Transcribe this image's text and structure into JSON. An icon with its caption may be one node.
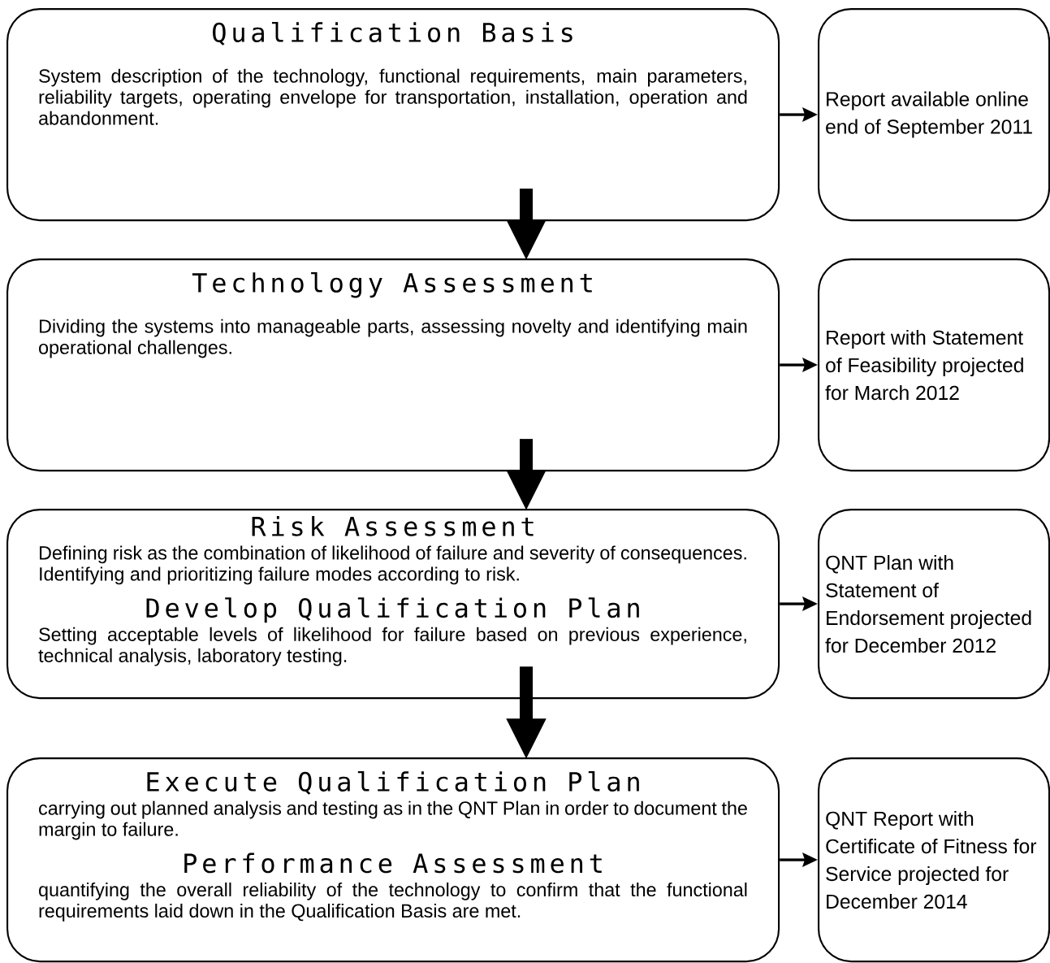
{
  "diagram": {
    "nodes": [
      {
        "text": [
          "Qualification Basis",
          "System description of the technology, functional requirements, main parameters, reliability targets, operating envelope for transportation, installation, operation and abandonment."
        ]
      },
      {
        "text": [
          "Report available online end of September 2011"
        ]
      },
      {
        "text": [
          "Technology Assessment",
          "Dividing the systems into manageable parts, assessing novelty and identifying main operational challenges."
        ]
      },
      {
        "text": [
          "Report with Statement of Feasibility projected for March 2012"
        ]
      },
      {
        "text": [
          "Risk Assessment",
          "Defining risk as the combination of likelihood of failure and severity of consequences. Identifying and prioritizing failure modes according to risk.",
          "Develop Qualification Plan",
          "Setting acceptable levels of likelihood for failure based on previous experience, technical analysis, laboratory testing."
        ]
      },
      {
        "text": [
          "QNT Plan with Statement of Endorsement projected for December 2012"
        ]
      },
      {
        "text": [
          "Execute Qualification Plan",
          "carrying out planned analysis and testing as in the QNT Plan in order to document the margin to failure.",
          "Performance Assessment",
          "quantifying the overall reliability of the technology to confirm that the functional requirements laid down in the Qualification Basis are met."
        ]
      },
      {
        "text": [
          "QNT Report with Certificate of Fitness for Service projected for December 2014"
        ]
      }
    ],
    "edges": [
      {
        "from": 0,
        "to": 2,
        "arrow": "to",
        "style": "thick"
      },
      {
        "from": 2,
        "to": 4,
        "arrow": "to",
        "style": "thick"
      },
      {
        "from": 4,
        "to": 6,
        "arrow": "to",
        "style": "thick"
      },
      {
        "from": 0,
        "to": 1,
        "arrow": "to"
      },
      {
        "from": 2,
        "to": 3,
        "arrow": "to"
      },
      {
        "from": 4,
        "to": 5,
        "arrow": "to"
      },
      {
        "from": 6,
        "to": 7,
        "arrow": "to"
      }
    ]
  }
}
